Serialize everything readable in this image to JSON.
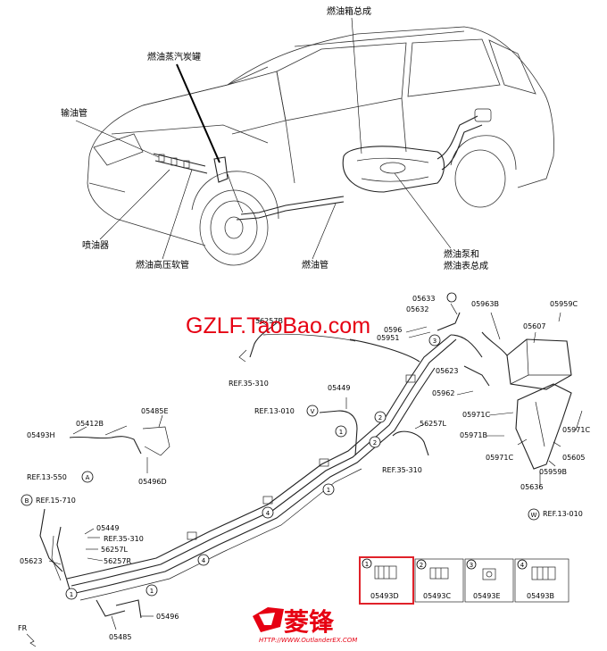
{
  "top_labels": {
    "fuel_tank": "燃油箱总成",
    "canister": "燃油蒸汽炭罐",
    "delivery_pipe": "输油管",
    "injector": "喷油器",
    "hp_hose": "燃油高压软管",
    "fuel_pipe": "燃油管",
    "pump_gauge_l1": "燃油泵和",
    "pump_gauge_l2": "燃油表总成"
  },
  "watermark": "GZLF.TaoBao.com",
  "parts": {
    "p05633": "05633",
    "p05632": "05632",
    "p05963B": "05963B",
    "p05959C": "05959C",
    "p05607": "05607",
    "p0596x": "0596",
    "p05951": "05951",
    "p05623a": "05623",
    "p05962": "05962",
    "p05971Ca": "05971C",
    "p05971B": "05971B",
    "p05971Cb": "05971C",
    "p05971Cc": "05971C",
    "p05605": "05605",
    "p05959B": "05959B",
    "p05636": "05636",
    "p56257B": "56257B",
    "ref35310a": "REF.35-310",
    "p05449a": "05449",
    "ref13010v": "REF.13-010",
    "p56257Lb": "56257L",
    "ref35310b": "REF.35-310",
    "p05493H": "05493H",
    "p05412B": "05412B",
    "p05485E": "05485E",
    "ref13550": "REF.13-550",
    "p05496D": "05496D",
    "ref15710": "REF.15-710",
    "p05449b": "05449",
    "ref35310c": "REF.35-310",
    "p56257La": "56257L",
    "p05623b": "05623",
    "p56257R": "56257R",
    "p05496": "05496",
    "p05485": "05485",
    "ref13010w": "REF.13-010",
    "fr": "FR"
  },
  "callouts": {
    "A": "A",
    "B": "B",
    "V": "V",
    "W": "W",
    "n1": "1",
    "n2": "2",
    "n3": "3",
    "n4": "4"
  },
  "legend": [
    {
      "num": "1",
      "code": "05493D"
    },
    {
      "num": "2",
      "code": "05493C"
    },
    {
      "num": "3",
      "code": "05493E"
    },
    {
      "num": "4",
      "code": "05493B"
    }
  ],
  "brand": {
    "name": "菱锋",
    "url": "HTTP://WWW.OutlanderEX.COM"
  },
  "colors": {
    "watermark": "#e60012",
    "highlight": "#e0222a",
    "brand": "#e60012"
  }
}
